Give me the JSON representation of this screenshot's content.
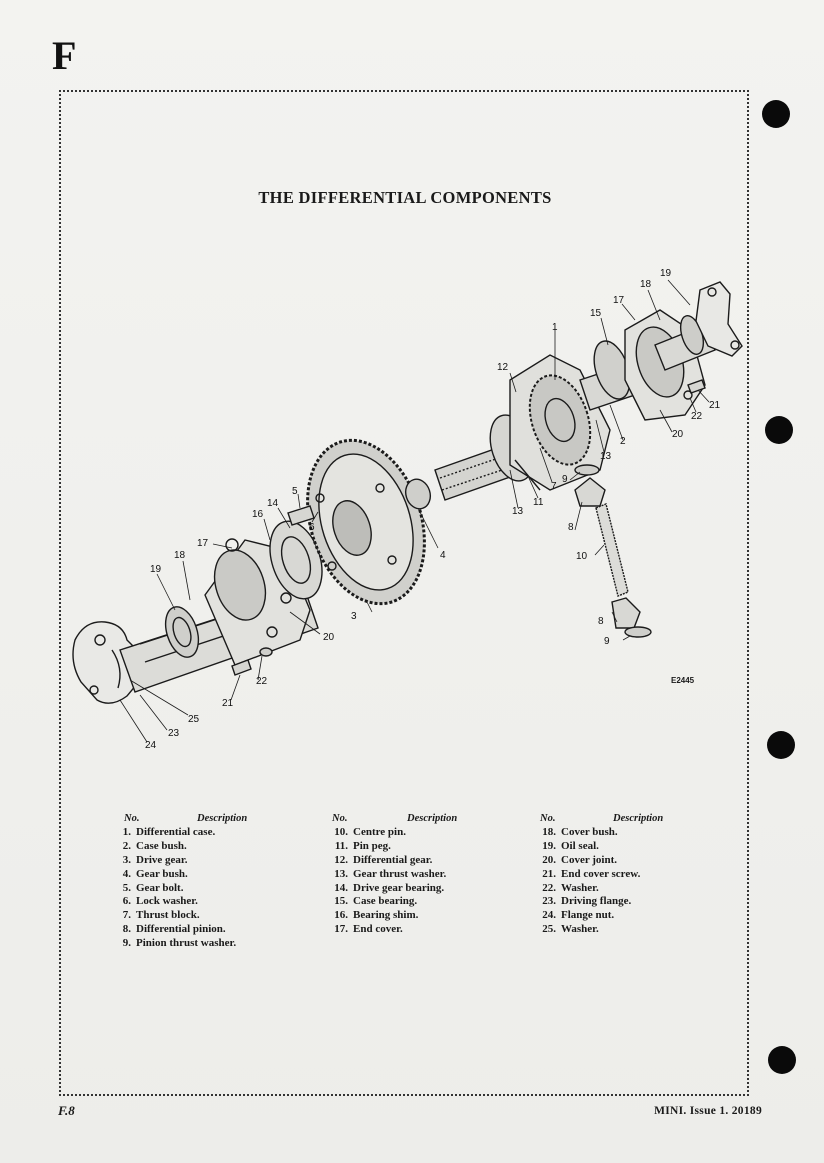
{
  "section_letter": "F",
  "title": "THE DIFFERENTIAL COMPONENTS",
  "figure_ref": "E2445",
  "legend": {
    "header_no": "No.",
    "header_desc": "Description",
    "columns": [
      [
        {
          "num": "1.",
          "desc": "Differential case."
        },
        {
          "num": "2.",
          "desc": "Case bush."
        },
        {
          "num": "3.",
          "desc": "Drive gear."
        },
        {
          "num": "4.",
          "desc": "Gear bush."
        },
        {
          "num": "5.",
          "desc": "Gear bolt."
        },
        {
          "num": "6.",
          "desc": "Lock washer."
        },
        {
          "num": "7.",
          "desc": "Thrust block."
        },
        {
          "num": "8.",
          "desc": "Differential pinion."
        },
        {
          "num": "9.",
          "desc": "Pinion thrust washer."
        }
      ],
      [
        {
          "num": "10.",
          "desc": "Centre pin."
        },
        {
          "num": "11.",
          "desc": "Pin peg."
        },
        {
          "num": "12.",
          "desc": "Differential gear."
        },
        {
          "num": "13.",
          "desc": "Gear thrust washer."
        },
        {
          "num": "14.",
          "desc": "Drive gear bearing."
        },
        {
          "num": "15.",
          "desc": "Case bearing."
        },
        {
          "num": "16.",
          "desc": "Bearing shim."
        },
        {
          "num": "17.",
          "desc": "End cover."
        }
      ],
      [
        {
          "num": "18.",
          "desc": "Cover bush."
        },
        {
          "num": "19.",
          "desc": "Oil seal."
        },
        {
          "num": "20.",
          "desc": "Cover joint."
        },
        {
          "num": "21.",
          "desc": "End cover screw."
        },
        {
          "num": "22.",
          "desc": "Washer."
        },
        {
          "num": "23.",
          "desc": "Driving flange."
        },
        {
          "num": "24.",
          "desc": "Flange nut."
        },
        {
          "num": "25.",
          "desc": "Washer."
        }
      ]
    ]
  },
  "callouts": [
    "1",
    "2",
    "3",
    "4",
    "5",
    "6",
    "7",
    "8",
    "9",
    "10",
    "11",
    "12",
    "13",
    "14",
    "15",
    "16",
    "17",
    "18",
    "19",
    "20",
    "21",
    "22",
    "23",
    "24",
    "25"
  ],
  "footer": {
    "page_ref": "F.8",
    "publication": "MINI.  Issue 1.  20189"
  }
}
